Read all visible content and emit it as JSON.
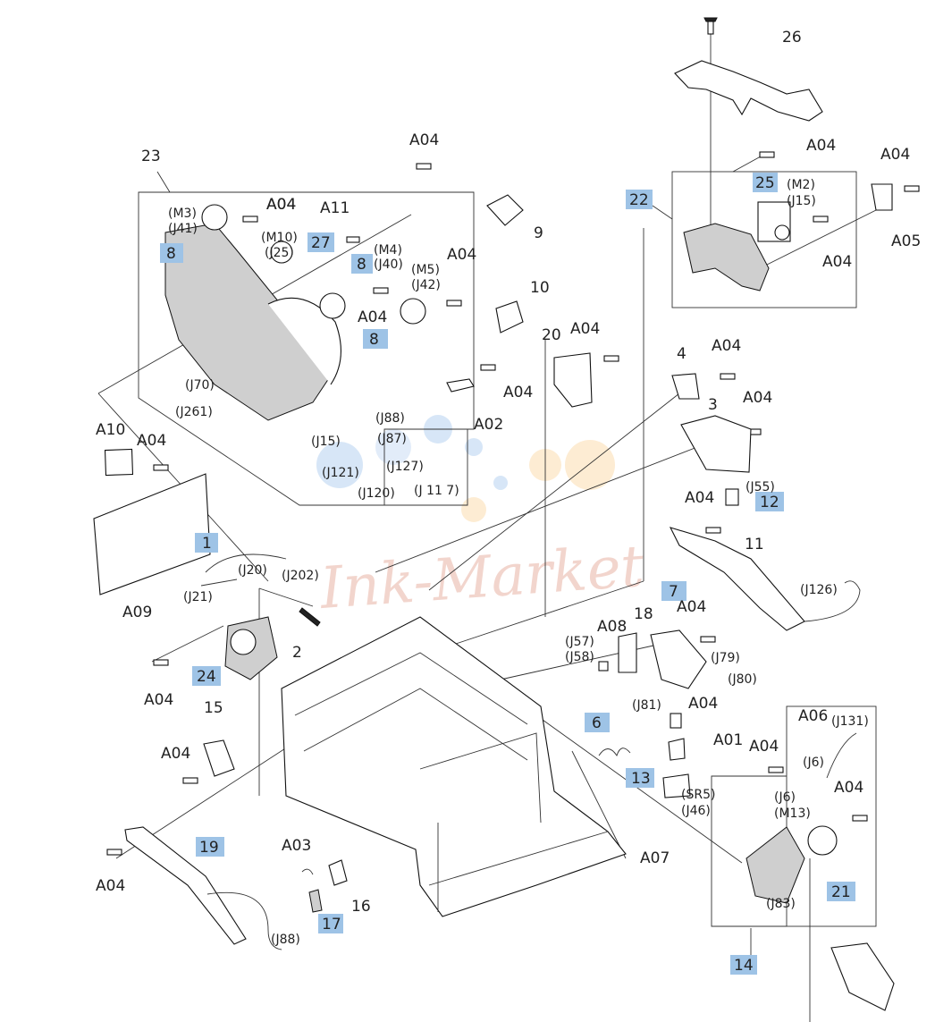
{
  "watermark": "Ink-Market",
  "callouts": [
    {
      "id": "c1",
      "text": "26"
    },
    {
      "id": "c2",
      "text": "A04"
    },
    {
      "id": "c3",
      "text": "A04"
    },
    {
      "id": "c4",
      "text": "A04"
    },
    {
      "id": "c5",
      "text": "22",
      "hl": true
    },
    {
      "id": "c6",
      "text": "25",
      "hl": true
    },
    {
      "id": "c7",
      "text": "(M2)"
    },
    {
      "id": "c8",
      "text": "(J15)"
    },
    {
      "id": "c9",
      "text": "A05"
    },
    {
      "id": "c10",
      "text": "A04"
    },
    {
      "id": "c11",
      "text": "23"
    },
    {
      "id": "c12",
      "text": "A04"
    },
    {
      "id": "c13",
      "text": "(M3)"
    },
    {
      "id": "c14",
      "text": "(J41)"
    },
    {
      "id": "c15",
      "text": "A04"
    },
    {
      "id": "c16",
      "text": "A11"
    },
    {
      "id": "c17",
      "text": "8",
      "hl": true
    },
    {
      "id": "c18",
      "text": "(M10)"
    },
    {
      "id": "c19",
      "text": "(J25)"
    },
    {
      "id": "c20",
      "text": "27",
      "hl": true
    },
    {
      "id": "c21",
      "text": "(M4)"
    },
    {
      "id": "c22",
      "text": "8",
      "hl": true
    },
    {
      "id": "c23",
      "text": "(J40)"
    },
    {
      "id": "c24",
      "text": "A04"
    },
    {
      "id": "c25",
      "text": "(M5)"
    },
    {
      "id": "c26",
      "text": "(J42)"
    },
    {
      "id": "c27",
      "text": "9"
    },
    {
      "id": "c28",
      "text": "10"
    },
    {
      "id": "c29",
      "text": "A04"
    },
    {
      "id": "c30",
      "text": "8",
      "hl": true
    },
    {
      "id": "c31",
      "text": "20"
    },
    {
      "id": "c32",
      "text": "A04"
    },
    {
      "id": "c33",
      "text": "A04"
    },
    {
      "id": "c34",
      "text": "4"
    },
    {
      "id": "c35",
      "text": "A04"
    },
    {
      "id": "c36",
      "text": "(J70)"
    },
    {
      "id": "c37",
      "text": "(J261)"
    },
    {
      "id": "c38",
      "text": "A02"
    },
    {
      "id": "c39",
      "text": "A04"
    },
    {
      "id": "c40",
      "text": "3"
    },
    {
      "id": "c41",
      "text": "(J88)"
    },
    {
      "id": "c42",
      "text": "(J87)"
    },
    {
      "id": "c43",
      "text": "(J15)"
    },
    {
      "id": "c44",
      "text": "(J121)"
    },
    {
      "id": "c45",
      "text": "(J127)"
    },
    {
      "id": "c46",
      "text": "(J120)"
    },
    {
      "id": "c47",
      "text": "(J 11 7)"
    },
    {
      "id": "c48",
      "text": "A10"
    },
    {
      "id": "c49",
      "text": "A04"
    },
    {
      "id": "c50",
      "text": "(J55)"
    },
    {
      "id": "c51",
      "text": "12",
      "hl": true
    },
    {
      "id": "c52",
      "text": "A04"
    },
    {
      "id": "c53",
      "text": "11"
    },
    {
      "id": "c54",
      "text": "1",
      "hl": true
    },
    {
      "id": "c55",
      "text": "(J20)"
    },
    {
      "id": "c56",
      "text": "(J202)"
    },
    {
      "id": "c57",
      "text": "(J126)"
    },
    {
      "id": "c58",
      "text": "(J21)"
    },
    {
      "id": "c59",
      "text": "A09"
    },
    {
      "id": "c60",
      "text": "7",
      "hl": true
    },
    {
      "id": "c61",
      "text": "A08"
    },
    {
      "id": "c62",
      "text": "18"
    },
    {
      "id": "c63",
      "text": "A04"
    },
    {
      "id": "c64",
      "text": "2"
    },
    {
      "id": "c65",
      "text": "(J57)"
    },
    {
      "id": "c66",
      "text": "(J58)"
    },
    {
      "id": "c67",
      "text": "(J79)"
    },
    {
      "id": "c68",
      "text": "(J80)"
    },
    {
      "id": "c69",
      "text": "24",
      "hl": true
    },
    {
      "id": "c70",
      "text": "A04"
    },
    {
      "id": "c71",
      "text": "(J81)"
    },
    {
      "id": "c72",
      "text": "A04"
    },
    {
      "id": "c73",
      "text": "15"
    },
    {
      "id": "c74",
      "text": "6",
      "hl": true
    },
    {
      "id": "c75",
      "text": "A01"
    },
    {
      "id": "c76",
      "text": "A06"
    },
    {
      "id": "c77",
      "text": "(J131)"
    },
    {
      "id": "c78",
      "text": "A04"
    },
    {
      "id": "c79",
      "text": "A04"
    },
    {
      "id": "c80",
      "text": "(J6)"
    },
    {
      "id": "c81",
      "text": "13",
      "hl": true
    },
    {
      "id": "c82",
      "text": "(SR5)"
    },
    {
      "id": "c83",
      "text": "(J46)"
    },
    {
      "id": "c84",
      "text": "(J6)"
    },
    {
      "id": "c85",
      "text": "(M13)"
    },
    {
      "id": "c86",
      "text": "A04"
    },
    {
      "id": "c87",
      "text": "19",
      "hl": true
    },
    {
      "id": "c88",
      "text": "A03"
    },
    {
      "id": "c89",
      "text": "A07"
    },
    {
      "id": "c90",
      "text": "A04"
    },
    {
      "id": "c91",
      "text": "16"
    },
    {
      "id": "c92",
      "text": "21",
      "hl": true
    },
    {
      "id": "c93",
      "text": "17",
      "hl": true
    },
    {
      "id": "c94",
      "text": "(J88)"
    },
    {
      "id": "c95",
      "text": "(J83)"
    },
    {
      "id": "c96",
      "text": "14",
      "hl": true
    }
  ]
}
